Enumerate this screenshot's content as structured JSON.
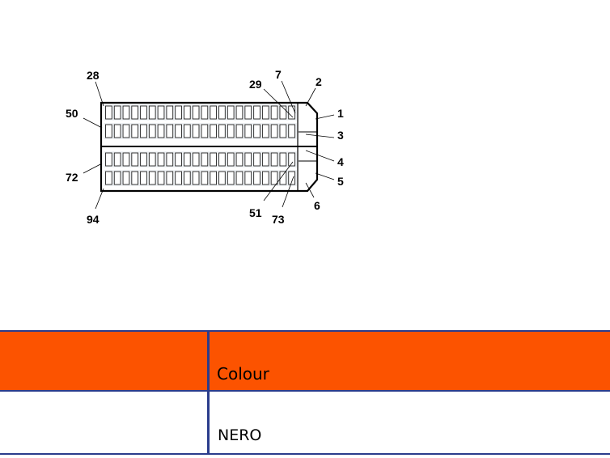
{
  "colors": {
    "header_accent": "#fc5300",
    "table_border": "#2a3c8c"
  },
  "diagram": {
    "pin_labels": {
      "p28": "28",
      "p50": "50",
      "p72": "72",
      "p94": "94",
      "p29": "29",
      "p7": "7",
      "p2": "2",
      "p1": "1",
      "p3": "3",
      "p4": "4",
      "p5": "5",
      "p6": "6",
      "p51": "51",
      "p73": "73"
    }
  },
  "table": {
    "header": {
      "left": "",
      "right": "Colour"
    },
    "rows": [
      {
        "left": "",
        "right": "NERO"
      }
    ]
  }
}
